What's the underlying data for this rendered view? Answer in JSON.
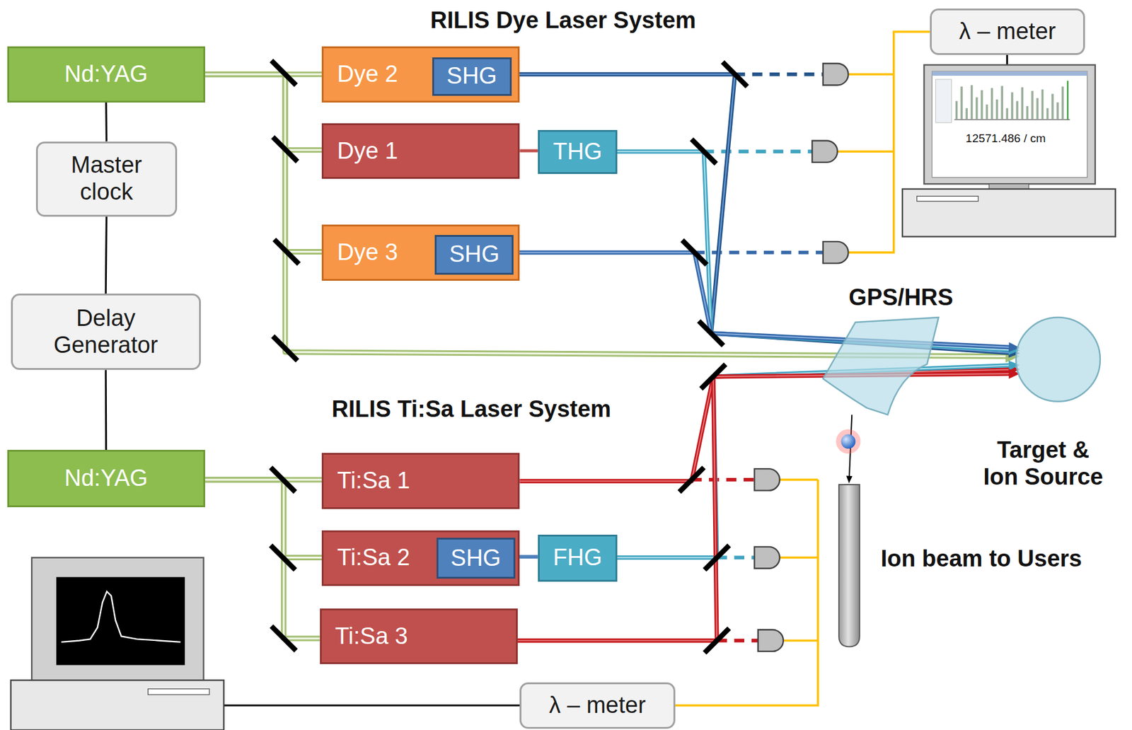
{
  "diagram": {
    "nodes": [
      {
        "text": [
          "Nd:YAG"
        ]
      },
      {
        "text": [
          "Dye 2"
        ]
      },
      {
        "text": [
          "SHG"
        ],
        "in": 1
      },
      {
        "text": [
          "λ – meter"
        ]
      },
      {
        "text": [
          "Master clock"
        ]
      },
      {
        "text": [
          "Dye 1"
        ]
      },
      {
        "text": [
          "THG"
        ]
      },
      {
        "text": [
          "Dye 3"
        ]
      },
      {
        "text": [
          "SHG"
        ],
        "in": 7
      },
      {
        "text": [
          "Delay Generator"
        ]
      },
      {
        "text": [
          "GPS/HRS"
        ]
      },
      {
        "text": [
          "Target & Ion Source"
        ]
      },
      {
        "text": [
          "Nd:YAG"
        ]
      },
      {
        "text": [
          "Ti:Sa 1"
        ]
      },
      {
        "text": [
          "Ti:Sa 2"
        ]
      },
      {
        "text": [
          "SHG"
        ],
        "in": 14
      },
      {
        "text": [
          "FHG"
        ]
      },
      {
        "text": [
          "Ti:Sa 3"
        ]
      },
      {
        "text": [
          "λ – meter"
        ]
      },
      {
        "text": [
          "Ion beam to Users"
        ]
      }
    ],
    "edges": [
      {
        "from": 0,
        "to": 4,
        "arrow": "none"
      },
      {
        "from": 4,
        "to": 9,
        "arrow": "none"
      },
      {
        "from": 9,
        "to": 12,
        "arrow": "none"
      },
      {
        "from": 0,
        "to": 1,
        "arrow": "none"
      },
      {
        "from": 0,
        "to": 5,
        "arrow": "none"
      },
      {
        "from": 0,
        "to": 7,
        "arrow": "none"
      },
      {
        "from": 0,
        "to": 11,
        "arrow": "to"
      },
      {
        "from": 5,
        "to": 6,
        "arrow": "none"
      },
      {
        "from": 2,
        "to": 11,
        "arrow": "to"
      },
      {
        "from": 6,
        "to": 11,
        "arrow": "to"
      },
      {
        "from": 8,
        "to": 11,
        "arrow": "to"
      },
      {
        "from": 10,
        "to": 19,
        "arrow": "to"
      },
      {
        "from": 12,
        "to": 13,
        "arrow": "none"
      },
      {
        "from": 12,
        "to": 14,
        "arrow": "none"
      },
      {
        "from": 12,
        "to": 17,
        "arrow": "none"
      },
      {
        "from": 13,
        "to": 11,
        "arrow": "to"
      },
      {
        "from": 15,
        "to": 16,
        "arrow": "none"
      },
      {
        "from": 16,
        "to": 11,
        "arrow": "to"
      },
      {
        "from": 17,
        "to": 11,
        "arrow": "to"
      }
    ],
    "labels": [
      "RILIS Dye Laser System",
      "12571.486 / cm",
      "RILIS Ti:Sa Laser System"
    ]
  }
}
